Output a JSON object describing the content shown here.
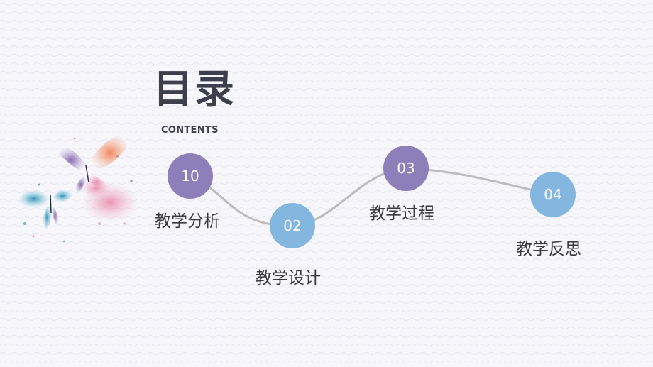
{
  "heading": {
    "title": "目录",
    "subtitle": "CONTENTS"
  },
  "colors": {
    "purple": "#8d7fba",
    "blue": "#84b7e0",
    "connector": "#bcbcbc",
    "text": "#3e3f4d"
  },
  "items": [
    {
      "number": "10",
      "label": "教学分析",
      "color": "#8d7fba"
    },
    {
      "number": "02",
      "label": "教学设计",
      "color": "#84b7e0"
    },
    {
      "number": "03",
      "label": "教学过程",
      "color": "#8d7fba"
    },
    {
      "number": "04",
      "label": "教学反思",
      "color": "#84b7e0"
    }
  ]
}
